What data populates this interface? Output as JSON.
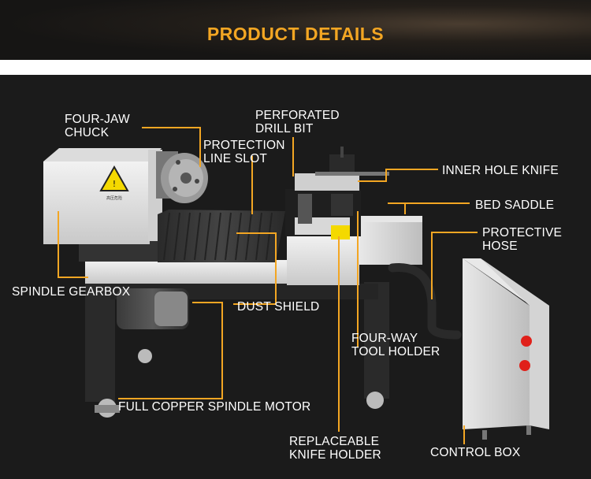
{
  "header": {
    "title": "PRODUCT DETAILS"
  },
  "machine": {
    "warning_text": "高压危险"
  },
  "labels": {
    "four_jaw_chuck": "FOUR-JAW\nCHUCK",
    "perforated_drill_bit": "PERFORATED\nDRILL BIT",
    "protection_line_slot": "PROTECTION\nLINE SLOT",
    "inner_hole_knife": "INNER HOLE KNIFE",
    "bed_saddle": "BED SADDLE",
    "protective_hose": "PROTECTIVE\nHOSE",
    "spindle_gearbox": "SPINDLE GEARBOX",
    "dust_shield": "DUST SHIELD",
    "four_way_tool_holder": "FOUR-WAY\nTOOL HOLDER",
    "full_copper_spindle_motor": "FULL COPPER SPINDLE MOTOR",
    "replaceable_knife_holder": "REPLACEABLE\nKNIFE HOLDER",
    "control_box": "CONTROL BOX"
  },
  "colors": {
    "banner_title": "#f3a623",
    "leader_line": "#f3a623",
    "label_text": "#ffffff",
    "indicator_light": "#e0201a"
  }
}
